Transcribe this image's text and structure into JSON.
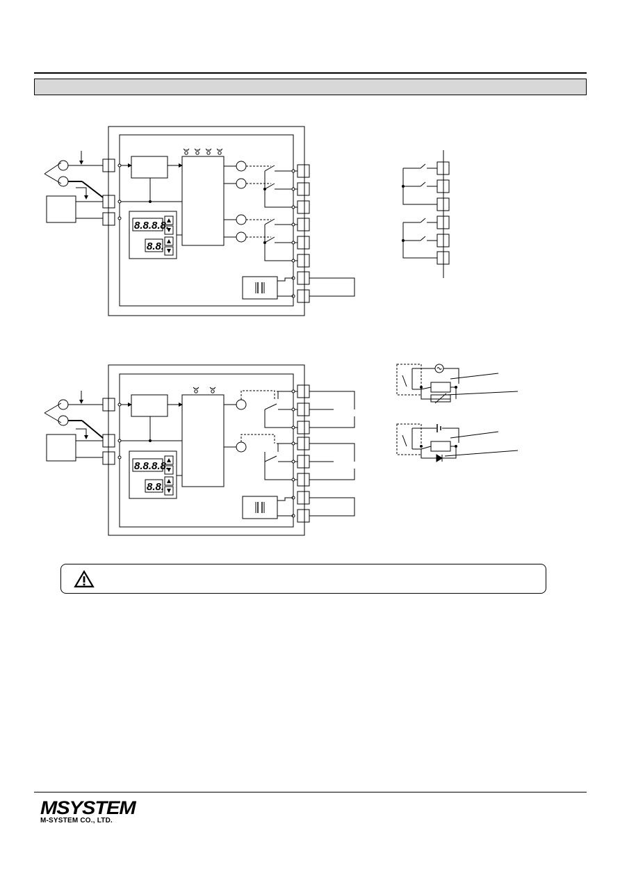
{
  "header": {
    "section_title": ""
  },
  "footer": {
    "brand_wordmark": "MSYSTEM",
    "company_name": "M-SYSTEM CO., LTD."
  },
  "caution_box": {
    "icon": "warning-triangle-icon",
    "text": ""
  },
  "diagrams": [
    {
      "name": "block-diagram-4-alarms",
      "alarm_leds": 4,
      "relay_outputs": 4,
      "terminals": 8,
      "display_main": "8.8.8.8.",
      "display_sub": "8.8."
    },
    {
      "name": "block-diagram-2-alarms",
      "alarm_leds": 2,
      "relay_outputs": 2,
      "terminals": 8,
      "display_main": "8.8.8.8.",
      "display_sub": "8.8."
    }
  ],
  "colors": {
    "ink": "#000000",
    "section_bar": "#d8d8d8",
    "paper": "#ffffff"
  }
}
